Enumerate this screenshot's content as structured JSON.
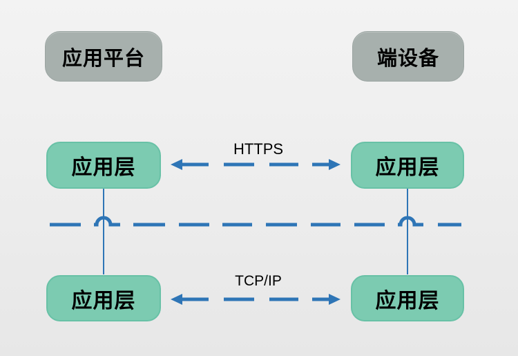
{
  "diagram": {
    "platform_box": {
      "label": "应用平台"
    },
    "device_box": {
      "label": "端设备"
    },
    "layer_boxes": [
      {
        "id": "platform-app-layer-top",
        "label": "应用层"
      },
      {
        "id": "device-app-layer-top",
        "label": "应用层"
      },
      {
        "id": "platform-app-layer-bottom",
        "label": "应用层"
      },
      {
        "id": "device-app-layer-bottom",
        "label": "应用层"
      }
    ],
    "protocols": {
      "https": "HTTPS",
      "tcpip": "TCP/IP"
    },
    "colors": {
      "gray_box_fill": "#a7b0ad",
      "green_box_fill": "#7ccbb1",
      "green_box_border": "#68c1a6",
      "line_blue": "#2e75b6",
      "text": "#000000",
      "background": "#eeeeee"
    }
  }
}
